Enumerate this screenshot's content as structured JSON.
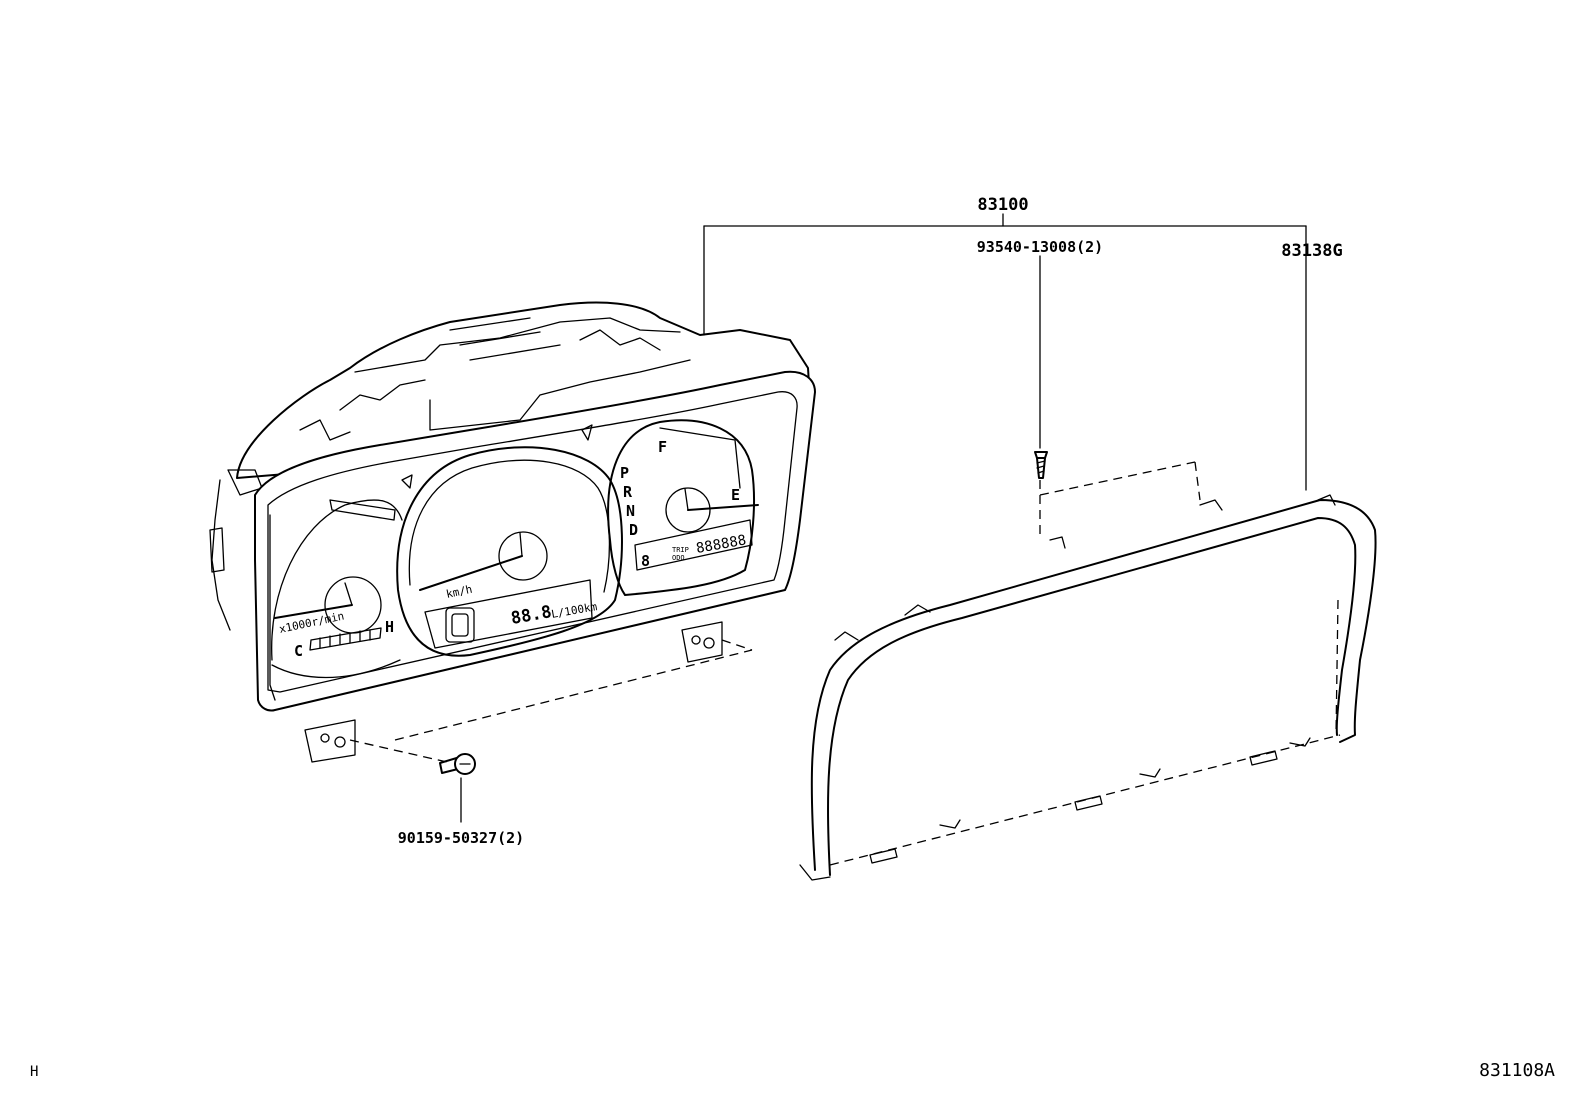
{
  "parts": {
    "cluster_assembly": "83100",
    "screw_upper": "93540-13008(2)",
    "glass_frame": "83138G",
    "screw_lower": "90159-50327(2)"
  },
  "gauge_markings": {
    "fuel_full": "F",
    "fuel_empty": "E",
    "temp_cold": "C",
    "temp_hot": "H",
    "tach_unit": "x1000r/min",
    "speed_unit": "km/h",
    "gear_p": "P",
    "gear_r": "R",
    "gear_n": "N",
    "gear_d": "D",
    "digital_display": "88.8",
    "digital_unit": "L/100km",
    "odo_trip": "TRIP",
    "odo_label": "ODO",
    "odo_digits": "888888",
    "gear_digit": "8"
  },
  "footer": {
    "left_code": "H",
    "drawing_number": "831108A"
  }
}
